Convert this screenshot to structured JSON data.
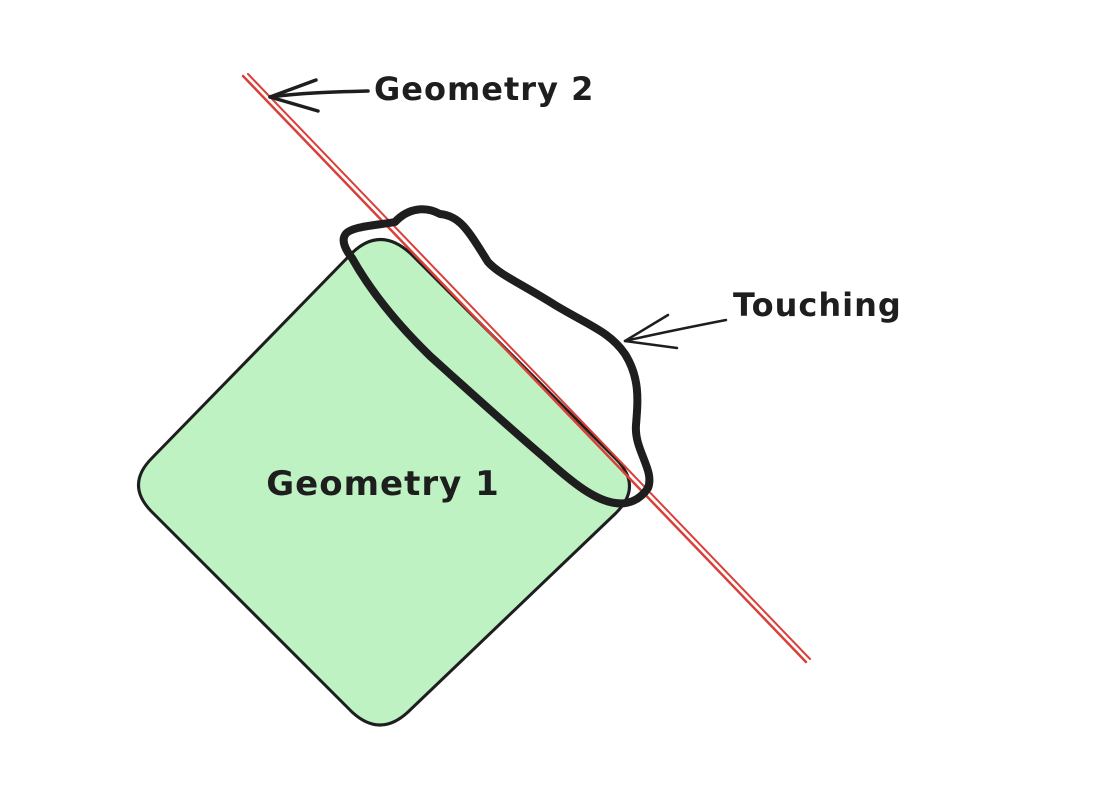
{
  "diagram": {
    "shape_label": "Geometry 1",
    "line_label": "Geometry 2",
    "touch_label": "Touching"
  },
  "colors": {
    "background": "#ffffff",
    "shape_fill": "#bff2c3",
    "stroke": "#1e1e1e",
    "line": "#d9403a"
  }
}
